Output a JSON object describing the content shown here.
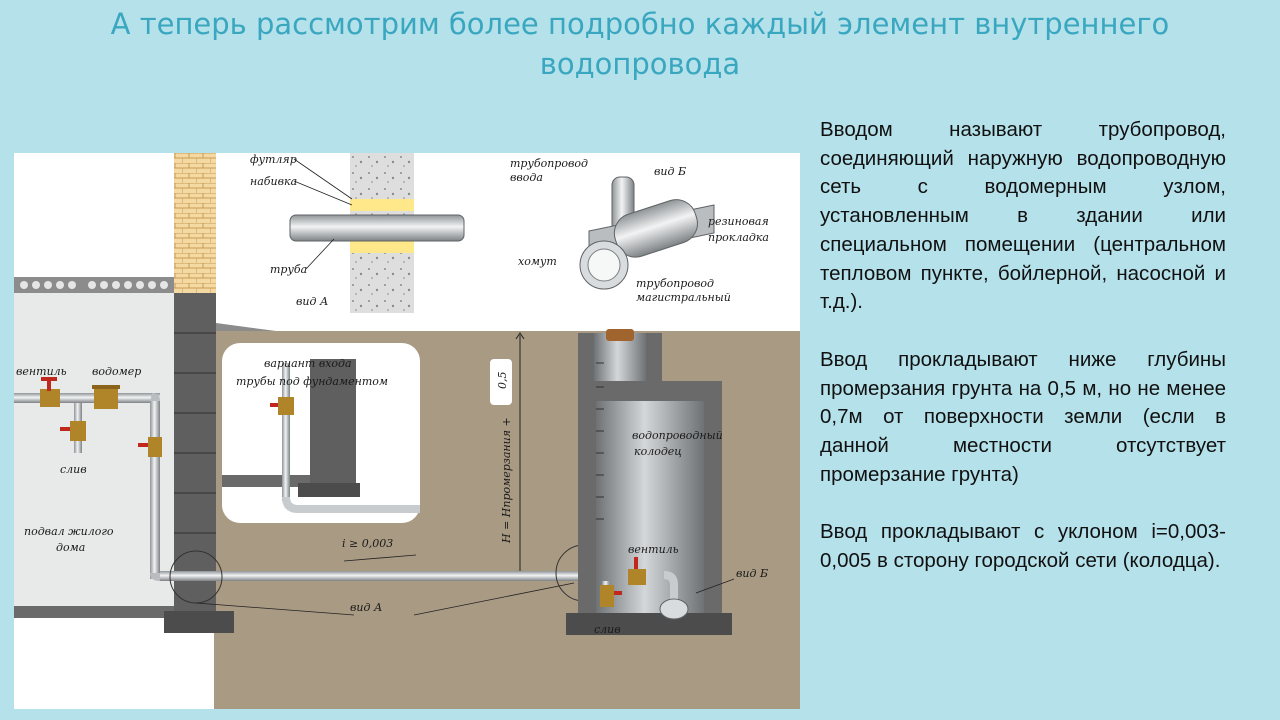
{
  "slide": {
    "title": "А теперь рассмотрим более подробно каждый элемент внутреннего водопровода",
    "paragraphs": [
      "Вводом называют трубопровод, соединяющий наружную водопроводную сеть с водомерным узлом, установленным в здании или специальном помещении (центральном тепловом пункте, бойлерной, насосной и т.д.).",
      "Ввод прокладывают ниже глубины промерзания грунта на 0,5 м, но не менее 0,7м от поверхности земли (если в данной местности отсутствует промерзание грунта)",
      "Ввод прокладывают с уклоном i=0,003-0,005 в сторону городской сети (колодца)."
    ]
  },
  "diagram": {
    "labels": {
      "futlyar": "футляр",
      "nabivka": "набивка",
      "truba": "труба",
      "vid_a_top": "вид А",
      "truboprovod_vvoda_1": "трубопровод",
      "truboprovod_vvoda_2": "ввода",
      "vid_b_top": "вид Б",
      "rezinovaya_1": "резиновая",
      "rezinovaya_2": "прокладка",
      "homut": "хомут",
      "magistral_1": "трубопровод",
      "magistral_2": "магистральный",
      "ventil_left": "вентиль",
      "vodomer": "водомер",
      "sliv_left": "слив",
      "podval_1": "подвал жилого",
      "podval_2": "дома",
      "variant_1": "вариант входа",
      "variant_2": "трубы под фундаментом",
      "depth": "Н = Нпромерзания +",
      "depth_box": "0,5",
      "kolodec_1": "водопроводный",
      "kolodec_2": "колодец",
      "slope": "i ≥ 0,003",
      "ventil_right": "вентиль",
      "vid_b_bottom": "вид Б",
      "vid_a_bottom": "вид А",
      "sliv_right": "слив"
    }
  },
  "colors": {
    "background": "#b5e1ea",
    "title": "#3aa7c0",
    "ground": "#a99a83",
    "concrete": "#6a6a6a",
    "basement": "#e8eaea",
    "pipe": "#c9ccce",
    "valve_body": "#b0852a",
    "valve_handle": "#c0281e"
  }
}
